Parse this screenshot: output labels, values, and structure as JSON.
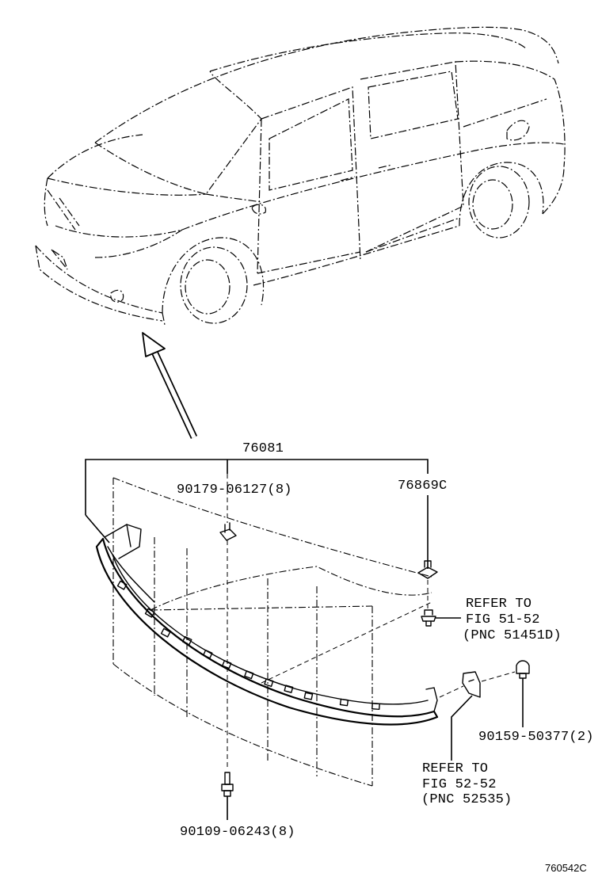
{
  "labels": {
    "assembly": "76081",
    "bolt_top": "90179-06127(8)",
    "clip_right": "76869C",
    "refer_a_line1": "REFER TO",
    "refer_a_line2": "FIG 51-52",
    "refer_a_line3": "(PNC 51451D)",
    "screw_right": "90159-50377(2)",
    "refer_b_line1": "REFER TO",
    "refer_b_line2": "FIG 52-52",
    "refer_b_line3": "(PNC 52535)",
    "bolt_bottom": "90109-06243(8)",
    "figure_id": "760542C"
  }
}
